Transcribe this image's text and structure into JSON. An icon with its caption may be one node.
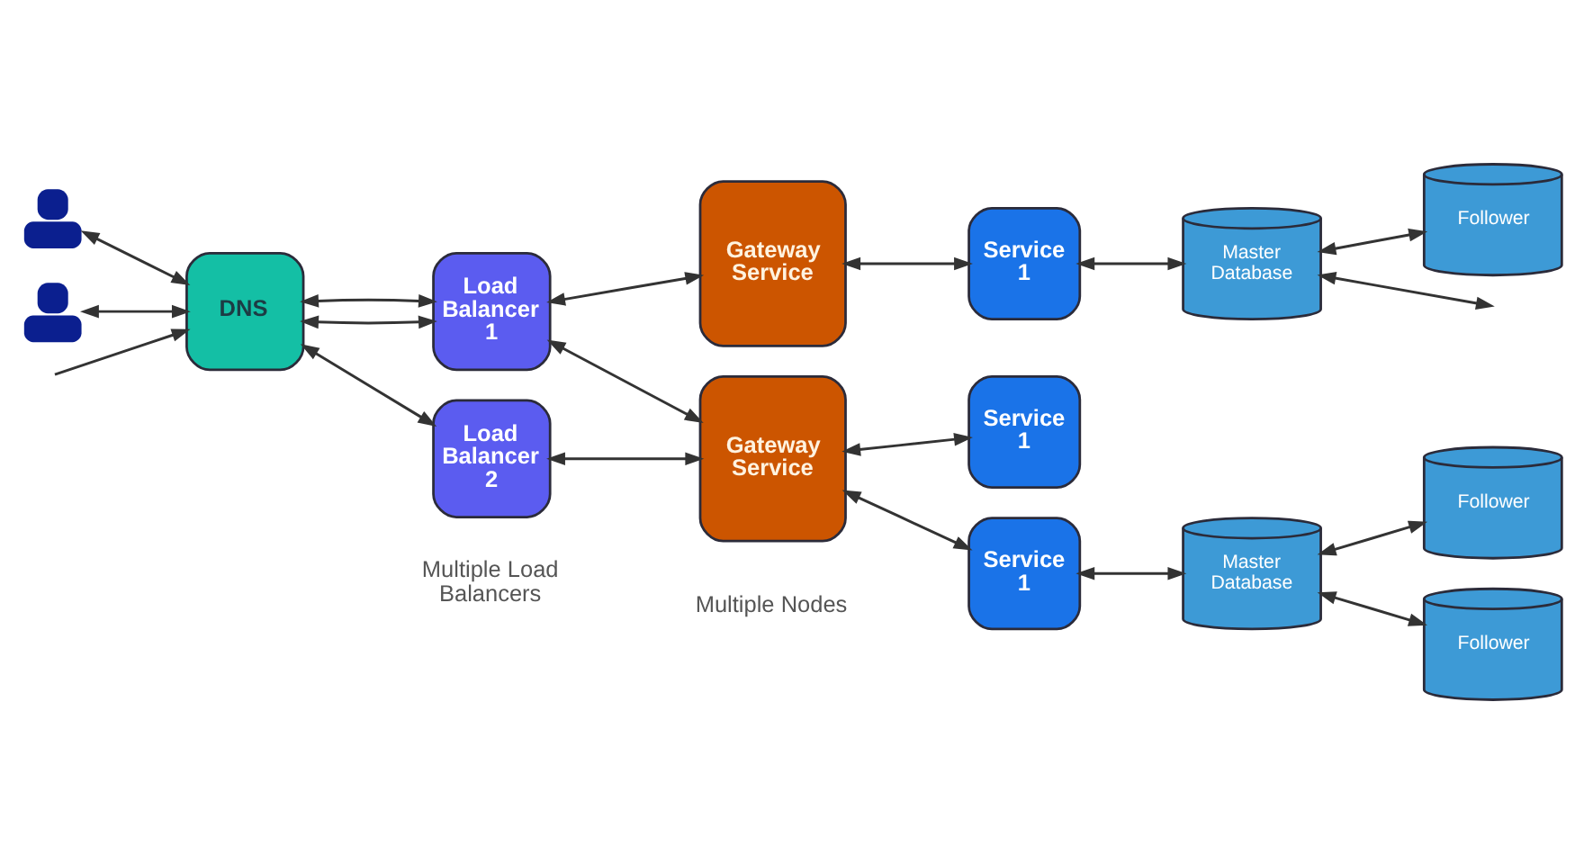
{
  "diagram": {
    "nodes": [
      {
        "text": [],
        "shape": "person"
      },
      {
        "text": [],
        "shape": "person"
      },
      {
        "text": [
          "DNS"
        ]
      },
      {
        "text": [
          "Load Balancer 1"
        ]
      },
      {
        "text": [
          "Load Balancer 2"
        ]
      },
      {
        "text": [
          "Gateway Service"
        ]
      },
      {
        "text": [
          "Gateway Service"
        ]
      },
      {
        "text": [
          "Service 1"
        ]
      },
      {
        "text": [
          "Service 1"
        ]
      },
      {
        "text": [
          "Service 1"
        ]
      },
      {
        "text": [
          "Master Database"
        ]
      },
      {
        "text": [
          "Follower"
        ]
      },
      {
        "text": [
          "Master Database"
        ]
      },
      {
        "text": [
          "Follower"
        ]
      },
      {
        "text": [
          "Follower"
        ]
      }
    ],
    "edges": [
      {
        "from": 0,
        "to": 2,
        "arrow": "both"
      },
      {
        "from": null,
        "to": 2,
        "arrow": "to"
      },
      {
        "from": 1,
        "to": 2,
        "arrow": "both"
      },
      {
        "from": 2,
        "to": 3,
        "arrow": "both"
      },
      {
        "from": 2,
        "to": 3,
        "arrow": "both"
      },
      {
        "from": 2,
        "to": 4,
        "arrow": "both"
      },
      {
        "from": 3,
        "to": 5,
        "arrow": "both"
      },
      {
        "from": 3,
        "to": 6,
        "arrow": "both"
      },
      {
        "from": 4,
        "to": 6,
        "arrow": "both"
      },
      {
        "from": 5,
        "to": 7,
        "arrow": "both"
      },
      {
        "from": 6,
        "to": 8,
        "arrow": "both"
      },
      {
        "from": 6,
        "to": 9,
        "arrow": "both"
      },
      {
        "from": 7,
        "to": 10,
        "arrow": "both"
      },
      {
        "from": 10,
        "to": 11,
        "arrow": "both"
      },
      {
        "from": 10,
        "to": null,
        "arrow": "both"
      },
      {
        "from": 9,
        "to": 12,
        "arrow": "both"
      },
      {
        "from": 12,
        "to": 13,
        "arrow": "both"
      },
      {
        "from": 12,
        "to": 14,
        "arrow": "both"
      }
    ],
    "labels": [
      "Multiple Load Balancers",
      "Multiple Nodes"
    ]
  }
}
